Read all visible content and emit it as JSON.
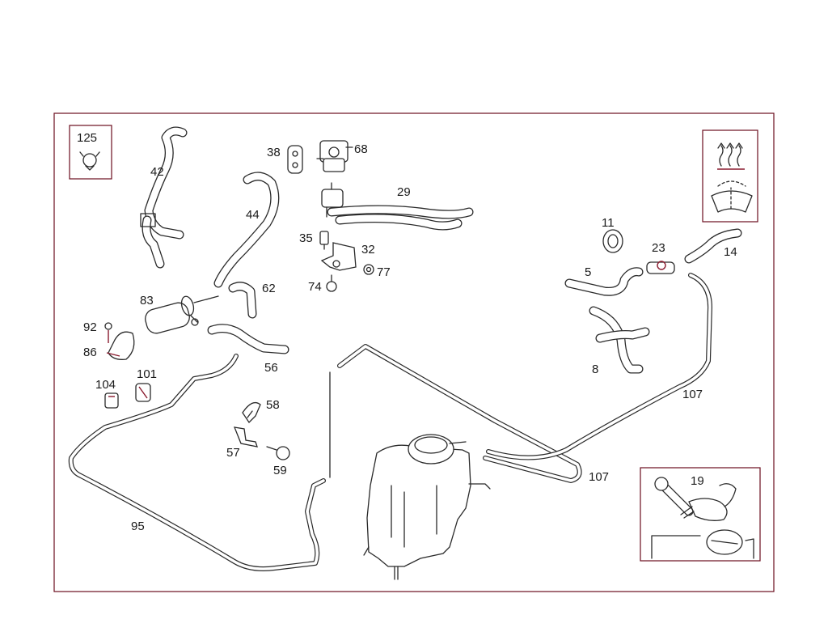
{
  "colors": {
    "frame": "#6b0d1e",
    "line": "#2a2a2a",
    "accent": "#8a1a2e",
    "background": "#ffffff"
  },
  "icons": {
    "clamp": "hose-clamp-icon",
    "heater": "heater-airflow-icon",
    "wiper": "windshield-icon",
    "badge": "oval-badge-icon"
  },
  "callouts": {
    "c125": "125",
    "c42": "42",
    "c44": "44",
    "c38": "38",
    "c68": "68",
    "c29": "29",
    "c35": "35",
    "c32": "32",
    "c77": "77",
    "c74": "74",
    "c62": "62",
    "c83": "83",
    "c92": "92",
    "c86": "86",
    "c56": "56",
    "c104": "104",
    "c101": "101",
    "c58": "58",
    "c57": "57",
    "c59": "59",
    "c95": "95",
    "c11": "11",
    "c23": "23",
    "c14": "14",
    "c5": "5",
    "c8": "8",
    "c107a": "107",
    "c107b": "107",
    "c19": "19"
  }
}
